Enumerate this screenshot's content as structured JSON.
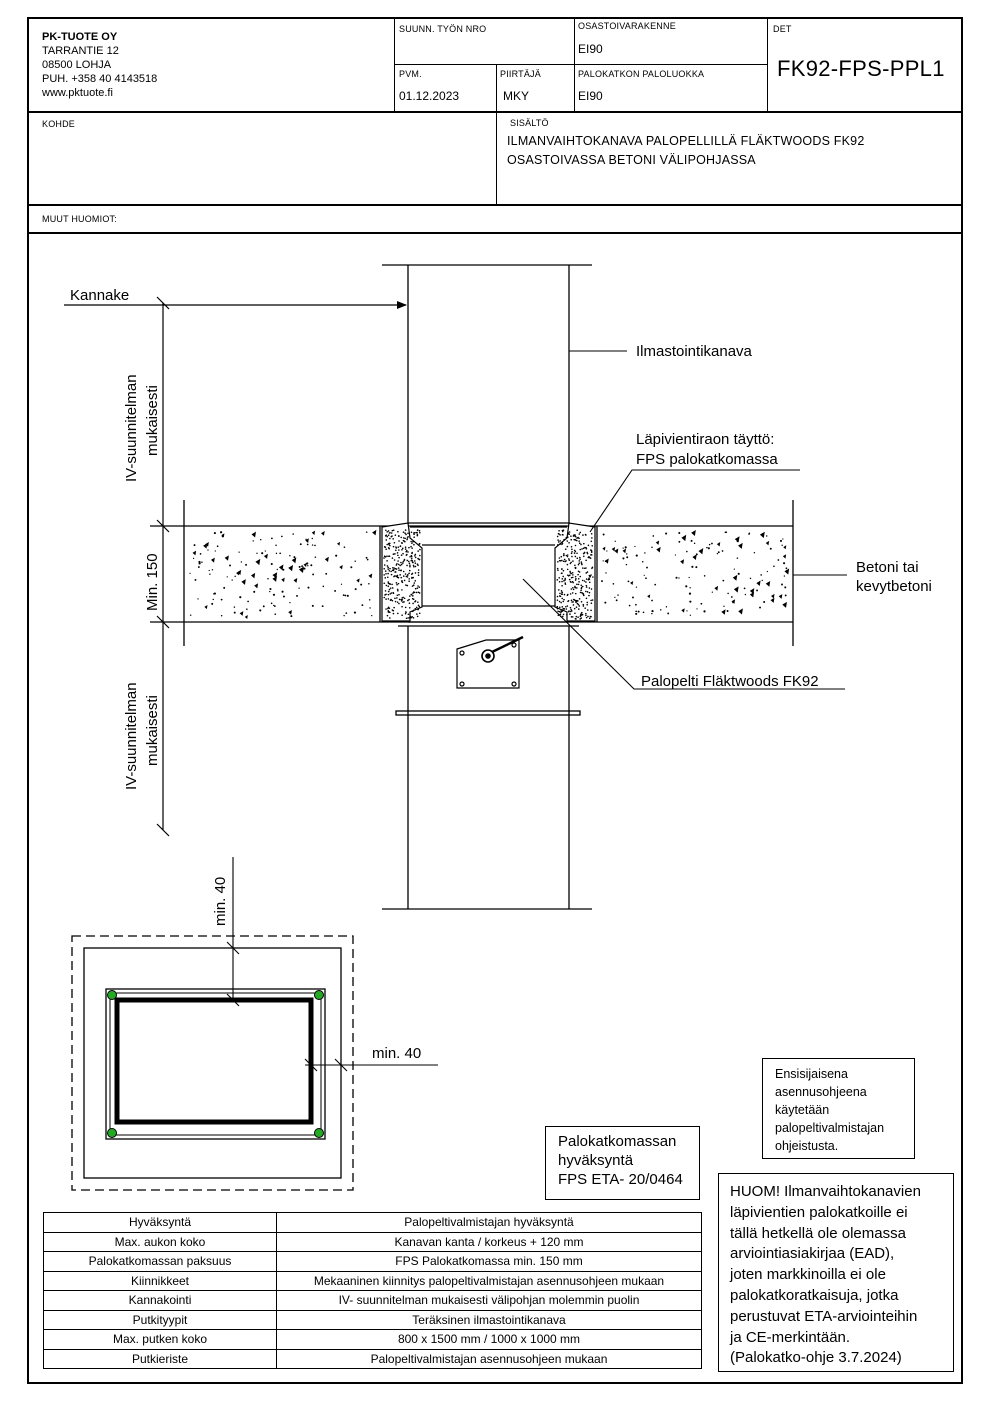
{
  "company": {
    "name": "PK-TUOTE OY",
    "address": "TARRANTIE 12",
    "city": "08500 LOHJA",
    "phone": "PUH. +358 40 4143518",
    "web": "www.pktuote.fi"
  },
  "title_block": {
    "suunn_label": "SUUNN. TYÖN NRO",
    "suunn_value": "",
    "osasto_label": "OSASTOIVARAKENNE",
    "osasto_value": "EI90",
    "det_label": "DET",
    "det_value": "FK92-FPS-PPL1",
    "pvm_label": "PVM.",
    "pvm_value": "01.12.2023",
    "piirtaja_label": "PIIRTÄJÄ",
    "piirtaja_value": "MKY",
    "paloluokka_label": "PALOKATKON PALOLUOKKA",
    "paloluokka_value": "EI90",
    "kohde_label": "KOHDE",
    "sisalto_label": "SISÄLTÖ",
    "sisalto_line1": "ILMANVAIHTOKANAVA PALOPELLILLÄ FLÄKTWOODS FK92",
    "sisalto_line2": "OSASTOIVASSA BETONI VÄLIPOHJASSA",
    "muut_label": "MUUT HUOMIOT:"
  },
  "drawing": {
    "kannake": "Kannake",
    "iv_top_line1": "IV-suunnitelman",
    "iv_top_line2": "mukaisesti",
    "min150": "Min. 150",
    "iv_bottom_line1": "IV-suunnitelman",
    "iv_bottom_line2": "mukaisesti",
    "ilmastointikanava": "Ilmastointikanava",
    "lapivienti_line1": "Läpivientiraon täyttö:",
    "lapivienti_line2": "FPS palokatkomassa",
    "betoni_line1": "Betoni tai",
    "betoni_line2": "kevytbetoni",
    "palopelti": "Palopelti Fläktwoods FK92",
    "min40_top": "min. 40",
    "min40_right": "min. 40"
  },
  "notes": {
    "ensisijaisena": [
      "Ensisijaisena",
      "asennusohjeena",
      "käytetään",
      "palopeltivalmistajan",
      "ohjeistusta."
    ],
    "hyvaksynta": [
      "Palokatkomassan",
      "hyväksyntä",
      "FPS ETA- 20/0464"
    ],
    "huom": [
      "HUOM! Ilmanvaihtokanavien",
      "läpivientien palokatkoille ei",
      "tällä hetkellä ole olemassa",
      "arviointiasiakirjaa (EAD),",
      "joten markkinoilla ei ole",
      "palokatkoratkaisuja, jotka",
      "perustuvat ETA-arviointeihin",
      "ja CE-merkintään.",
      "(Palokatko-ohje 3.7.2024)"
    ]
  },
  "spec_table": [
    [
      "Hyväksyntä",
      "Palopeltivalmistajan hyväksyntä"
    ],
    [
      "Max. aukon koko",
      "Kanavan kanta / korkeus + 120 mm"
    ],
    [
      "Palokatkomassan paksuus",
      "FPS Palokatkomassa min. 150 mm"
    ],
    [
      "Kiinnikkeet",
      "Mekaaninen kiinnitys palopeltivalmistajan asennusohjeen mukaan"
    ],
    [
      "Kannakointi",
      "IV- suunnitelman mukaisesti välipohjan molemmin puolin"
    ],
    [
      "Putkityypit",
      "Teräksinen ilmastointikanava"
    ],
    [
      "Max. putken koko",
      "800 x 1500 mm / 1000 x 1000 mm"
    ],
    [
      "Putkieriste",
      "Palopeltivalmistajan asennusohjeen mukaan"
    ]
  ],
  "colors": {
    "line": "#000000",
    "corner_marker": "#22aa22"
  }
}
